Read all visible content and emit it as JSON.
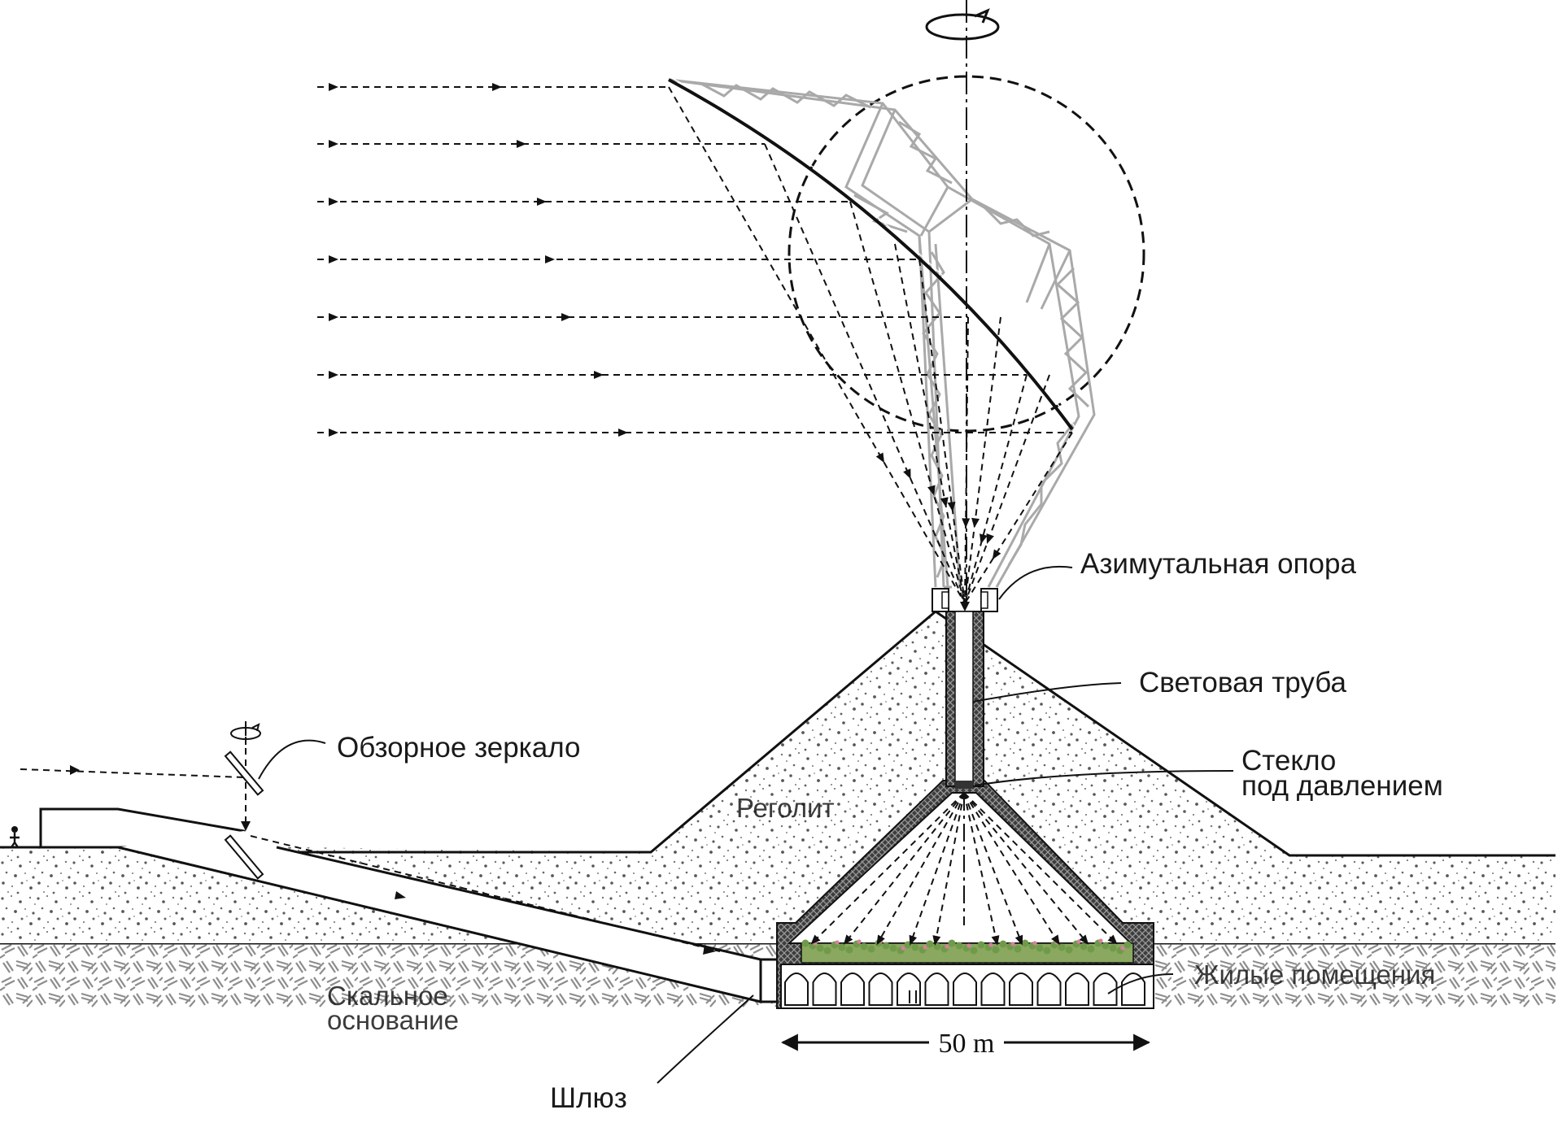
{
  "labels": {
    "azimuth_mount": "Азимутальная опора",
    "light_tube": "Световая труба",
    "pressure_glass_line1": "Стекло",
    "pressure_glass_line2": "под давлением",
    "view_mirror": "Обзорное зеркало",
    "regolith": "Реголит",
    "bedrock_line1": "Скальное",
    "bedrock_line2": "основание",
    "living_quarters": "Жилые помещения",
    "airlock": "Шлюз",
    "scale": "50 m"
  },
  "colors": {
    "ink": "#111111",
    "truss": "#a9a9a9",
    "regolith_dots": "#6e6e6e",
    "bedrock_hatch": "#9a9a9a",
    "plants": "#6f9a4a",
    "flowers": "#d77fa0"
  }
}
